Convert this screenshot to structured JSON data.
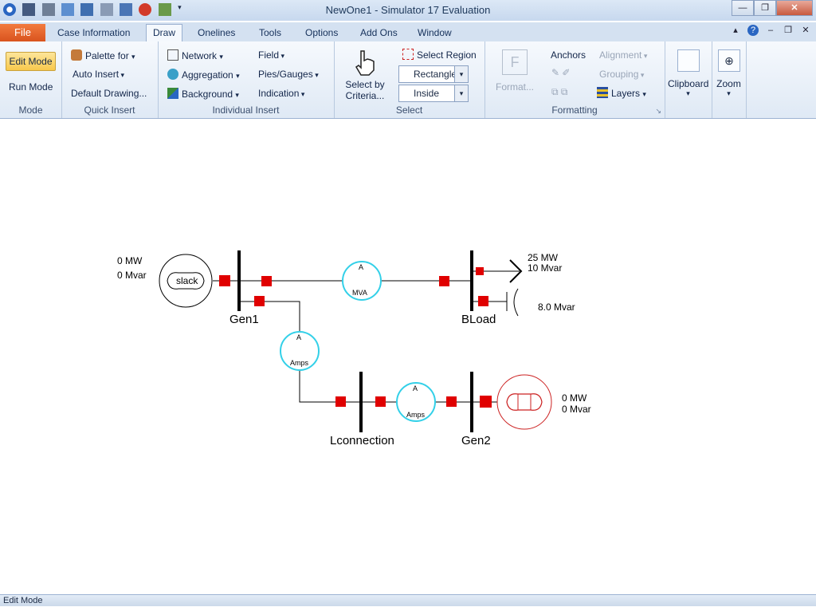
{
  "window": {
    "title": "NewOne1 - Simulator 17 Evaluation"
  },
  "tabs": [
    {
      "label": "File"
    },
    {
      "label": "Case Information"
    },
    {
      "label": "Draw"
    },
    {
      "label": "Onelines"
    },
    {
      "label": "Tools"
    },
    {
      "label": "Options"
    },
    {
      "label": "Add Ons"
    },
    {
      "label": "Window"
    }
  ],
  "ribbon": {
    "mode": {
      "edit": "Edit Mode",
      "run": "Run Mode",
      "label": "Mode"
    },
    "quick_insert": {
      "palette": "Palette for",
      "auto": "Auto Insert",
      "default": "Default Drawing...",
      "label": "Quick Insert"
    },
    "individual_insert": {
      "network": "Network",
      "aggregation": "Aggregation",
      "background": "Background",
      "field": "Field",
      "pies": "Pies/Gauges",
      "indication": "Indication",
      "label": "Individual Insert"
    },
    "select": {
      "by_criteria_1": "Select by",
      "by_criteria_2": "Criteria...",
      "region": "Select Region",
      "shape": "Rectangle",
      "inside": "Inside",
      "label": "Select"
    },
    "formatting": {
      "format": "Format...",
      "anchors": "Anchors",
      "alignment": "Alignment",
      "grouping": "Grouping",
      "layers": "Layers",
      "label": "Formatting"
    },
    "clipboard": {
      "label": "Clipboard"
    },
    "zoom": {
      "label": "Zoom"
    }
  },
  "oneline": {
    "gen1_bus": "Gen1",
    "bload_bus": "BLoad",
    "lconn_bus": "Lconnection",
    "gen2_bus": "Gen2",
    "slack_label": "slack",
    "slack_mw": "0 MW",
    "slack_mvar": "0 Mvar",
    "gen2_mw": "0 MW",
    "gen2_mvar": "0 Mvar",
    "load_mw": "25 MW",
    "load_mvar": "10 Mvar",
    "shunt_mvar": "8.0 Mvar",
    "meter1_top": "A",
    "meter1_bottom": "MVA",
    "meter2_top": "A",
    "meter2_bottom": "Amps",
    "meter3_top": "A",
    "meter3_bottom": "Amps"
  },
  "status": {
    "text": "Edit Mode"
  },
  "colors": {
    "accent": "#e05a20",
    "breaker": "#e00000",
    "meter": "#33d0e8",
    "gen2": "#cc2222"
  }
}
